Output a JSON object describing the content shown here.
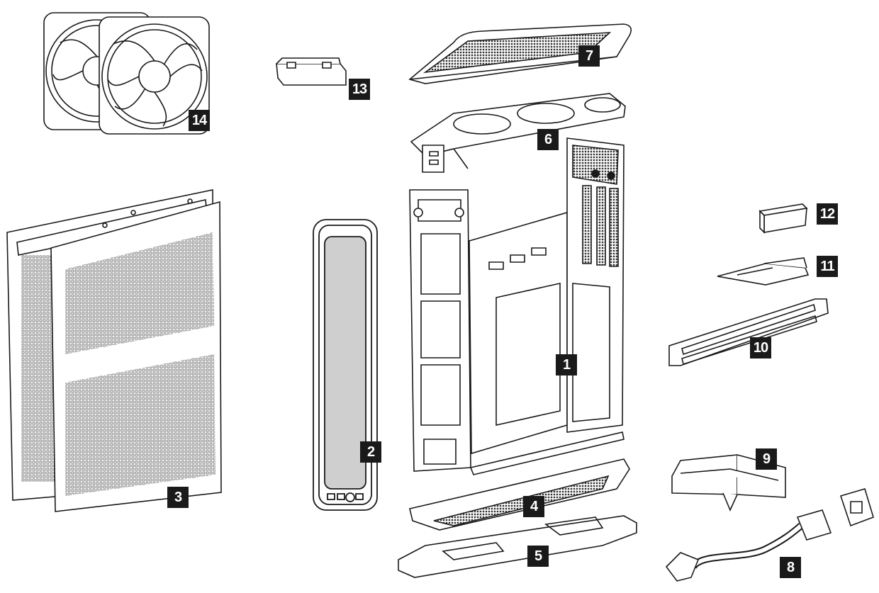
{
  "labels": {
    "p1": "1",
    "p2": "2",
    "p3": "3",
    "p4": "4",
    "p5": "5",
    "p6": "6",
    "p7": "7",
    "p8": "8",
    "p9": "9",
    "p10": "10",
    "p11": "11",
    "p12": "12",
    "p13": "13",
    "p14": "14"
  },
  "colors": {
    "line": "#1a1a1a",
    "label_bg": "#1a1a1a",
    "label_text": "#ffffff",
    "filter_fill": "#cfcfcf"
  }
}
